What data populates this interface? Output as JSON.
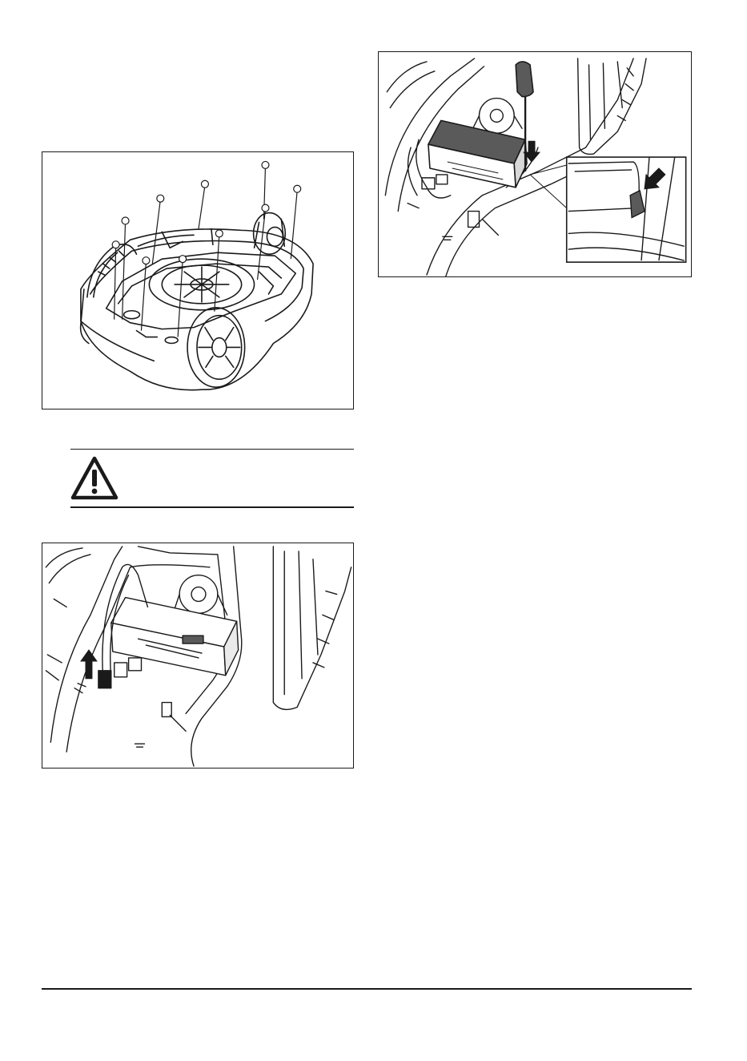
{
  "page": {
    "figures": [
      {
        "icon": "mower-underside-screws-illustration"
      },
      {
        "icon": "screwdriver-battery-removal-illustration"
      },
      {
        "icon": "battery-cable-disconnect-illustration"
      }
    ],
    "warning_icon": "warning-triangle-icon",
    "colors": {
      "ink": "#1a1a1a",
      "battery_fill": "#5a5a5a",
      "paper": "#ffffff"
    }
  }
}
